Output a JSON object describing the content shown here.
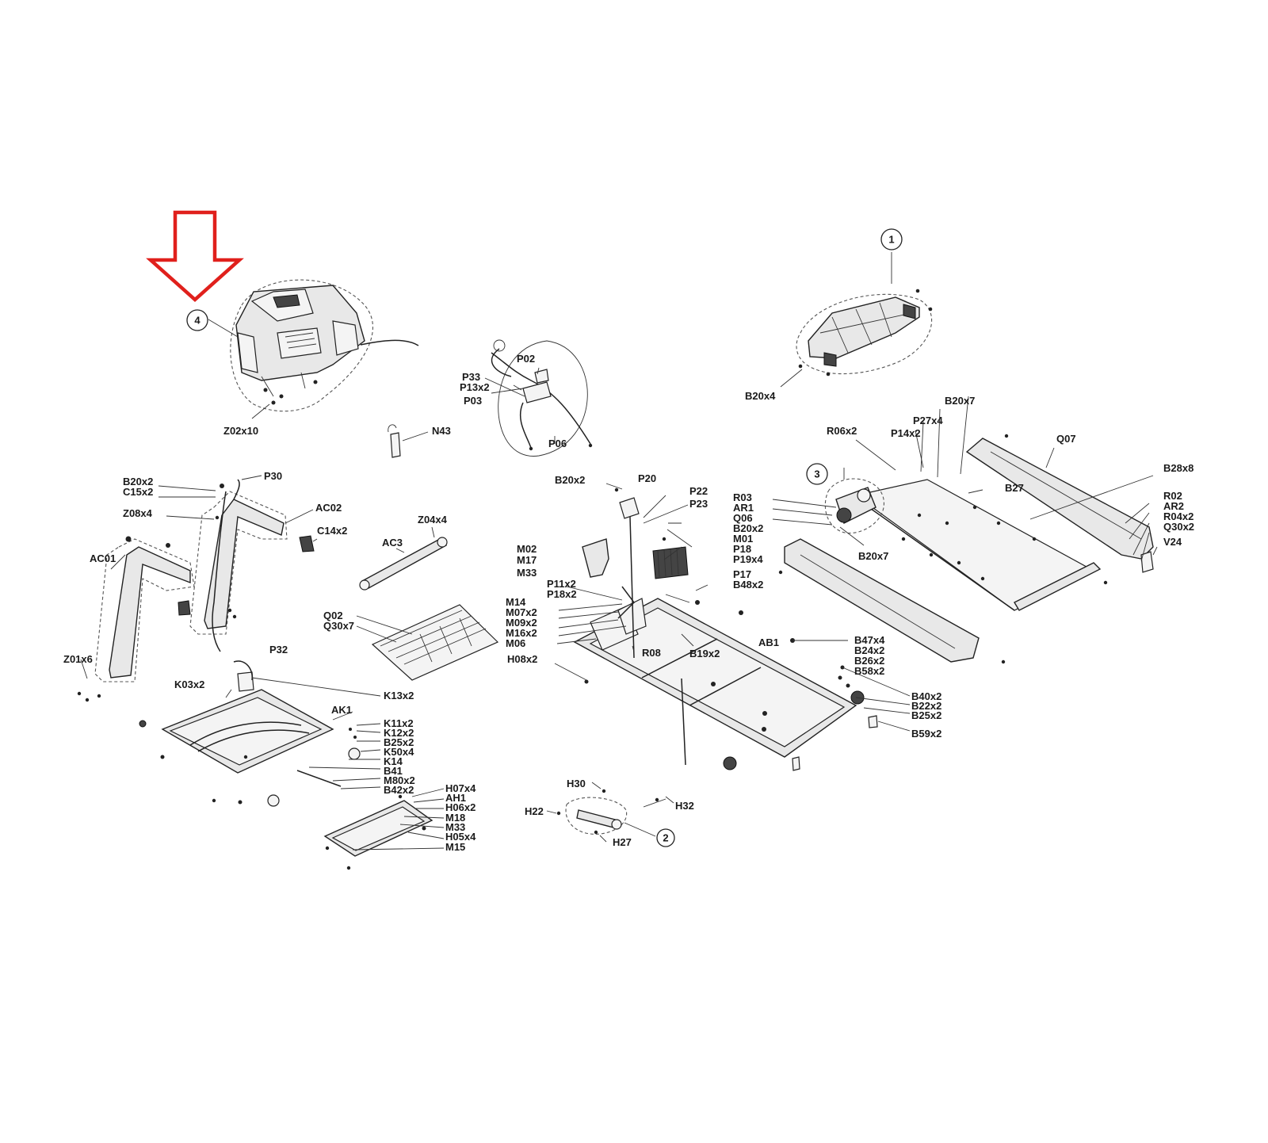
{
  "accent_color": "#e0201c",
  "callouts": [
    "1",
    "2",
    "3",
    "4"
  ],
  "labels": {
    "Z02x10": "Z02x10",
    "P33": "P33",
    "P02": "P02",
    "P13x2": "P13x2",
    "P03": "P03",
    "P06": "P06",
    "N43": "N43",
    "B20x4": "B20x4",
    "B20x7a": "B20x7",
    "R06x2": "R06x2",
    "P27x4": "P27x4",
    "P14x2": "P14x2",
    "Q07": "Q07",
    "B28x8": "B28x8",
    "B27": "B27",
    "R02": "R02",
    "AR2": "AR2",
    "R04x2": "R04x2",
    "Q30x2": "Q30x2",
    "V24": "V24",
    "B20x7b": "B20x7",
    "B20x2a": "B20x2",
    "C15x2": "C15x2",
    "P30": "P30",
    "Z08x4": "Z08x4",
    "AC02": "AC02",
    "C14x2": "C14x2",
    "AC01": "AC01",
    "Z04x4": "Z04x4",
    "AC3": "AC3",
    "B20x2b": "B20x2",
    "P20": "P20",
    "P22": "P22",
    "P23": "P23",
    "R03": "R03",
    "AR1": "AR1",
    "Q06": "Q06",
    "B20x2c": "B20x2",
    "M01": "M01",
    "P18": "P18",
    "P19x4": "P19x4",
    "M02": "M02",
    "M17": "M17",
    "M33a": "M33",
    "P11x2": "P11x2",
    "P18x2": "P18x2",
    "M14": "M14",
    "M07x2": "M07x2",
    "M09x2": "M09x2",
    "M16x2": "M16x2",
    "M06": "M06",
    "P17": "P17",
    "B48x2": "B48x2",
    "Q02": "Q02",
    "Q30x7": "Q30x7",
    "AB1": "AB1",
    "B47x4": "B47x4",
    "B24x2": "B24x2",
    "B26x2": "B26x2",
    "B58x2": "B58x2",
    "H08x2": "H08x2",
    "R08": "R08",
    "B19x2": "B19x2",
    "B40x2": "B40x2",
    "B22x2": "B22x2",
    "B25x2a": "B25x2",
    "B59x2": "B59x2",
    "Z01x6": "Z01x6",
    "P32": "P32",
    "K03x2": "K03x2",
    "K13x2": "K13x2",
    "AK1": "AK1",
    "K11x2": "K11x2",
    "K12x2": "K12x2",
    "B25x2b": "B25x2",
    "K50x4": "K50x4",
    "K14": "K14",
    "B41": "B41",
    "M80x2": "M80x2",
    "B42x2": "B42x2",
    "H07x4": "H07x4",
    "AH1": "AH1",
    "H06x2": "H06x2",
    "M18": "M18",
    "M33b": "M33",
    "H05x4": "H05x4",
    "M15": "M15",
    "H30": "H30",
    "H22": "H22",
    "H32": "H32",
    "H27": "H27"
  }
}
